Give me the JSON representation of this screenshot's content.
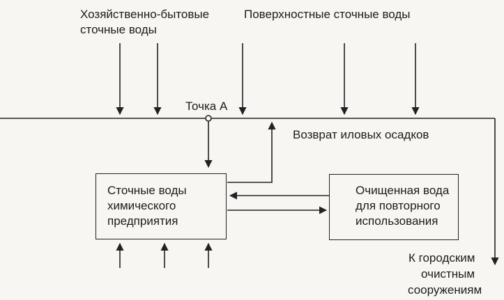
{
  "labels": {
    "household_line1": "Хозяйственно-бытовые",
    "household_line2": "сточные воды",
    "surface": "Поверхностные сточные воды",
    "point_a": "Точка А",
    "sludge_return": "Возврат иловых осадков",
    "city_line1": "К городским",
    "city_line2": "очистным",
    "city_line3": "сооружениям"
  },
  "boxes": {
    "chemical": {
      "line1": "Сточные воды",
      "line2": "химического",
      "line3": "предприятия"
    },
    "purified": {
      "line1": "Очищенная вода",
      "line2": "для повторного",
      "line3": "использования"
    }
  },
  "colors": {
    "ink": "#222222",
    "background": "#f7f6f2"
  }
}
